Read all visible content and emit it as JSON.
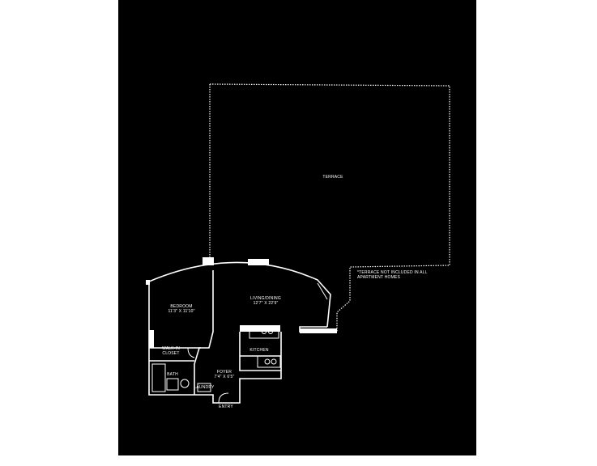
{
  "colors": {
    "background": "#000000",
    "page": "#ffffff",
    "lines": "#ffffff"
  },
  "rooms": {
    "terrace": {
      "name": "TERRACE",
      "note_line1": "*TERRACE NOT INCLUDED IN ALL",
      "note_line2": "APARTMENT HOMES"
    },
    "bedroom": {
      "name": "BEDROOM",
      "dims": "11'3\" X 11'10\""
    },
    "living": {
      "name": "LIVING/DINING",
      "dims": "12'7\" X 22'9\""
    },
    "closet": {
      "name": "WALK-IN",
      "name2": "CLOSET"
    },
    "kitchen": {
      "name": "KITCHEN"
    },
    "bath": {
      "name": "BATH"
    },
    "foyer": {
      "name": "FOYER",
      "dims": "7'4\" X 6'5\""
    },
    "laundry": {
      "name": "LAUNDRY"
    },
    "entry": {
      "name": "ENTRY"
    }
  }
}
